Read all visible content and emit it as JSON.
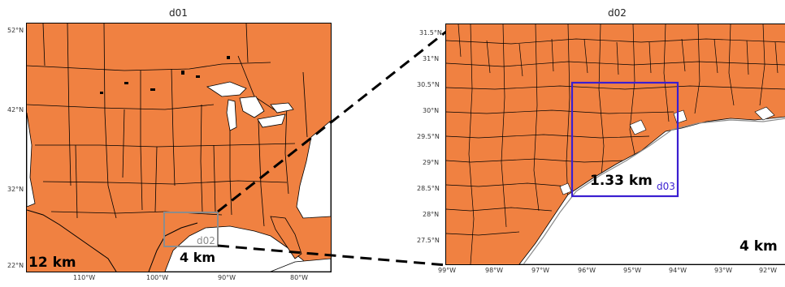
{
  "panels": {
    "d01": {
      "title": "d01",
      "lat_ticks": [
        "52°N",
        "42°N",
        "32°N",
        "22°N"
      ],
      "lon_ticks": [
        "110°W",
        "100°W",
        "90°W",
        "80°W"
      ],
      "resolution": "12 km",
      "nest_resolution": "4 km",
      "nest_label": "d02"
    },
    "d02": {
      "title": "d02",
      "lat_ticks": [
        "31.5°N",
        "31°N",
        "30.5°N",
        "30°N",
        "29.5°N",
        "29°N",
        "28.5°N",
        "28°N",
        "27.5°N"
      ],
      "lon_ticks": [
        "99°W",
        "98°W",
        "97°W",
        "96°W",
        "95°W",
        "94°W",
        "93°W",
        "92°W"
      ],
      "resolution": "4 km",
      "nest_resolution": "1.33 km",
      "nest_label": "d03"
    }
  },
  "colors": {
    "land": "#f08141",
    "water": "#ffffff",
    "border": "#000000",
    "d02_box": "#8c8c8c",
    "d03_box": "#3a1fd1"
  }
}
